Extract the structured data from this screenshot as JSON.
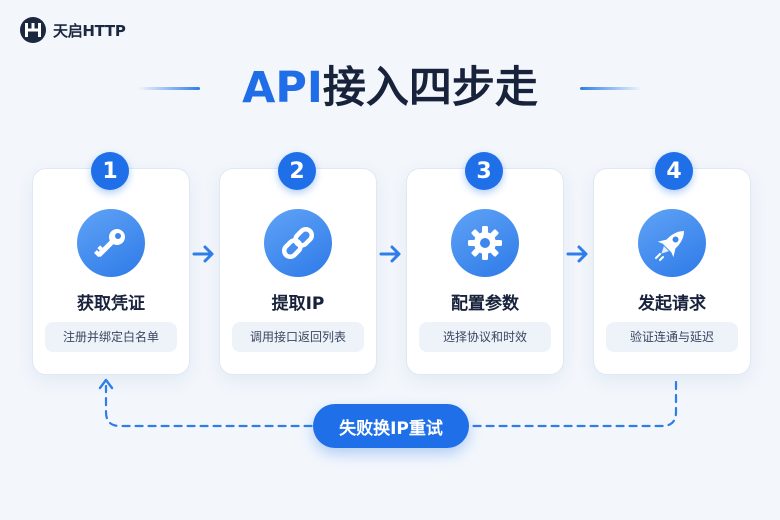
{
  "brand": {
    "name": "天启HTTP"
  },
  "title": {
    "accent": "API",
    "rest": "接入四步走"
  },
  "steps": [
    {
      "number": "1",
      "title": "获取凭证",
      "desc": "注册并绑定白名单",
      "icon": "key-icon"
    },
    {
      "number": "2",
      "title": "提取IP",
      "desc": "调用接口返回列表",
      "icon": "link-icon"
    },
    {
      "number": "3",
      "title": "配置参数",
      "desc": "选择协议和时效",
      "icon": "gear-icon"
    },
    {
      "number": "4",
      "title": "发起请求",
      "desc": "验证连通与延迟",
      "icon": "rocket-icon"
    }
  ],
  "retry": {
    "label": "失败换IP重试"
  },
  "colors": {
    "accent": "#1e6fe8",
    "dark": "#18233b",
    "background": "#f3f7fc"
  }
}
